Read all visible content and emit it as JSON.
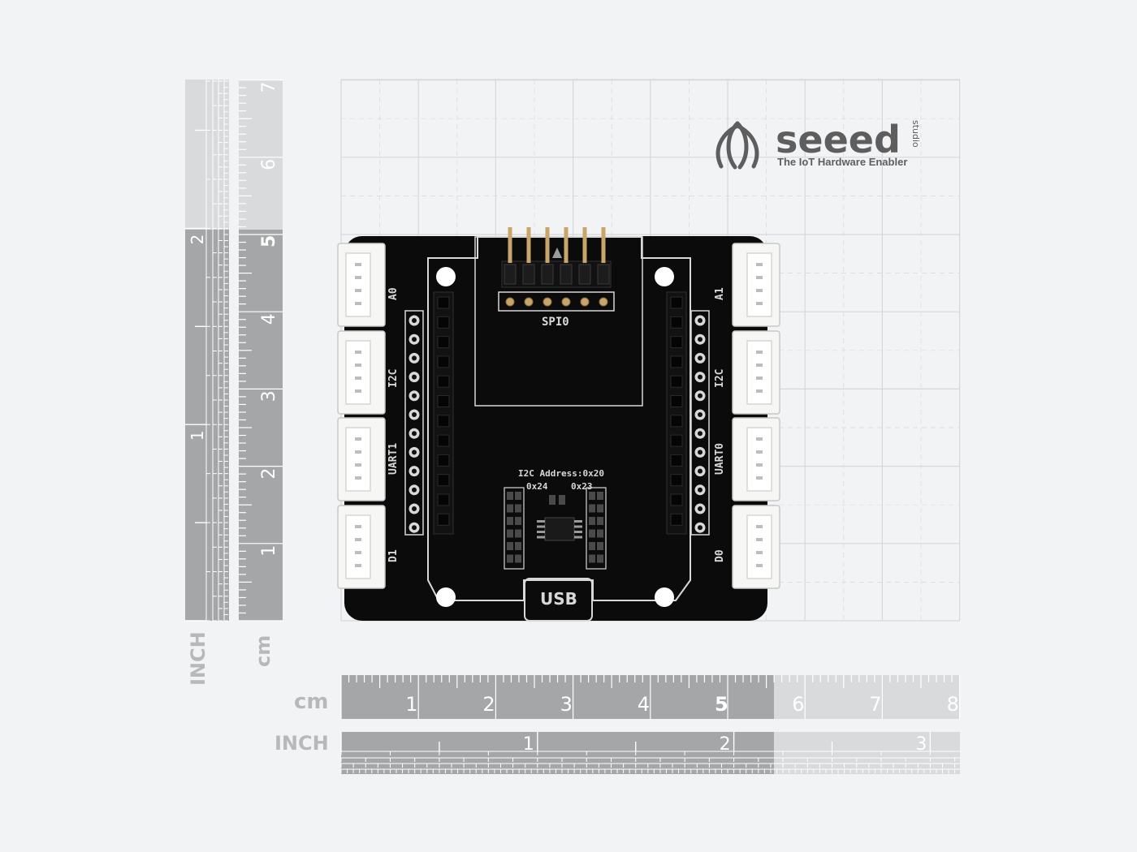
{
  "logo": {
    "brand": "seeed",
    "sub": "studio",
    "tagline": "The IoT Hardware Enabler"
  },
  "rulers": {
    "vertical_inch_label": "INCH",
    "vertical_cm_label": "cm",
    "horizontal_cm_label": "cm",
    "horizontal_inch_label": "INCH",
    "vertical_inch_numbers": [
      "1",
      "2"
    ],
    "vertical_cm_numbers": [
      "1",
      "2",
      "3",
      "4",
      "5",
      "6",
      "7"
    ],
    "horizontal_cm_numbers": [
      "1",
      "2",
      "3",
      "4",
      "5",
      "6",
      "7",
      "8"
    ],
    "horizontal_inch_numbers": [
      "1",
      "2",
      "3"
    ],
    "highlight_cm": "5"
  },
  "board": {
    "silk_labels": {
      "left_connectors": [
        "A0",
        "I2C",
        "UART1",
        "D1"
      ],
      "right_connectors": [
        "A1",
        "I2C",
        "UART0",
        "D0"
      ],
      "spi": "SPI0",
      "i2c_address": "I2C Address:0x20",
      "addr_left": "0x24",
      "addr_right": "0x23",
      "usb": "USB"
    }
  },
  "colors": {
    "background": "#f2f3f5",
    "grid": "#d6d8dc",
    "ruler_dark": "#a4a6a8",
    "ruler_light": "#d9dadb",
    "board": "#0b0b0b",
    "silk": "#d8d8d8",
    "connector": "#f6f6f4"
  }
}
